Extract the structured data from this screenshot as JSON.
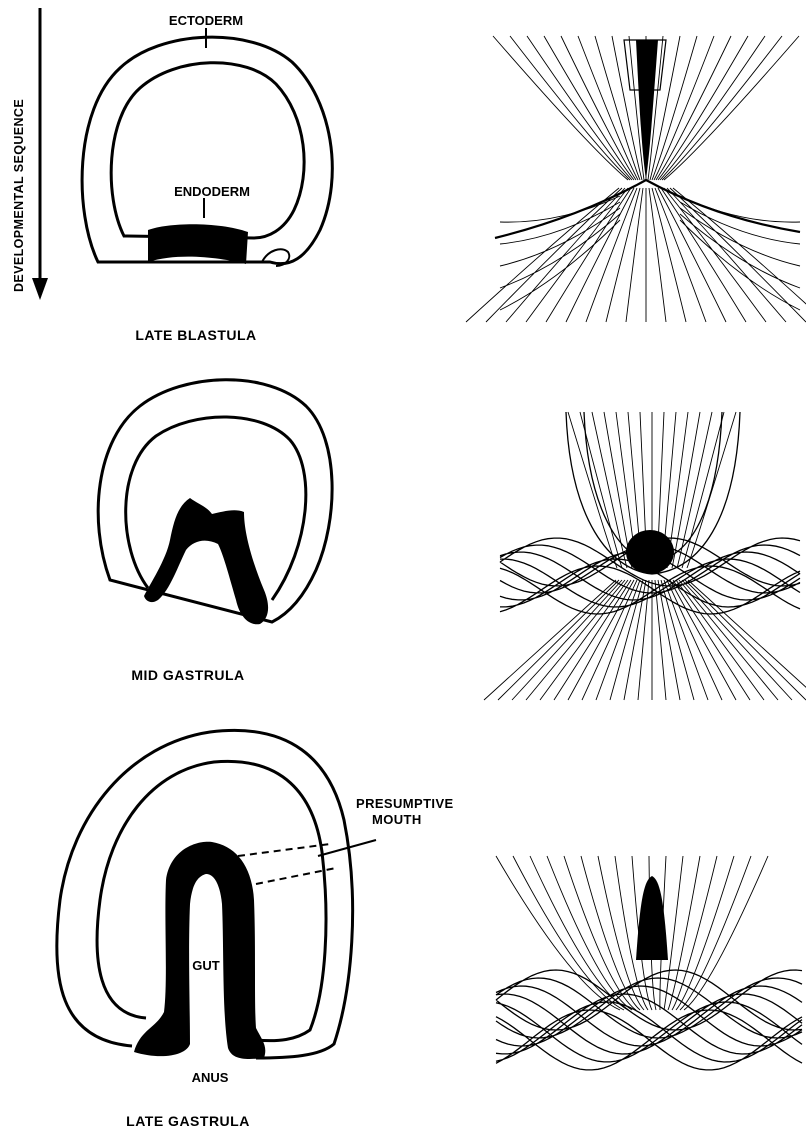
{
  "axis": {
    "label": "DEVELOPMENTAL SEQUENCE"
  },
  "stages": [
    {
      "caption": "LATE BLASTULA",
      "labels": {
        "outer": "ECTODERM",
        "inner": "ENDODERM"
      }
    },
    {
      "caption": "MID GASTRULA",
      "labels": {}
    },
    {
      "caption": "LATE GASTRULA",
      "labels": {
        "mouth": "PRESUMPTIVE MOUTH",
        "gut": "GUT",
        "anus": "ANUS"
      }
    }
  ],
  "colors": {
    "ink": "#000000",
    "paper": "#ffffff"
  }
}
